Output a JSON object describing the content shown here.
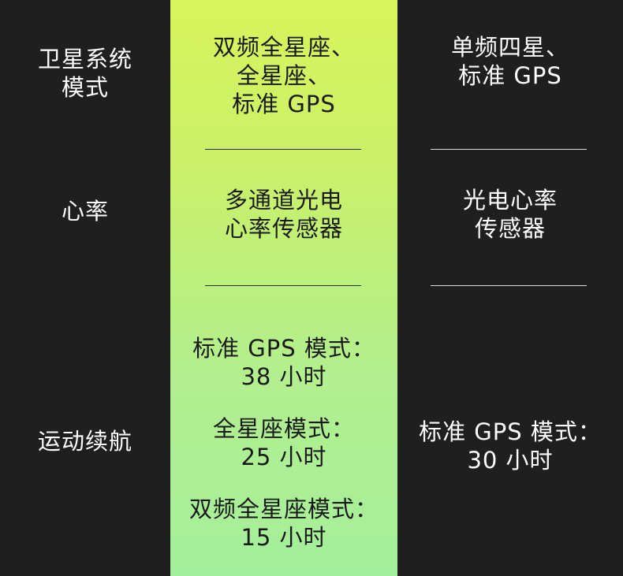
{
  "rows": [
    {
      "label_lines": [
        "卫星系统",
        "模式"
      ],
      "mid_lines": [
        "双频全星座、",
        "全星座、",
        "标准 GPS"
      ],
      "right_lines": [
        "单频四星、",
        "标准 GPS"
      ]
    },
    {
      "label_lines": [
        "心率"
      ],
      "mid_lines": [
        "多通道光电",
        "心率传感器"
      ],
      "right_lines": [
        "光电心率",
        "传感器"
      ]
    },
    {
      "label_lines": [
        "运动续航"
      ],
      "mid_blocks": [
        [
          "标准 GPS 模式：",
          "38 小时"
        ],
        [
          "全星座模式：",
          "25 小时"
        ],
        [
          "双频全星座模式：",
          "15 小时"
        ]
      ],
      "right_lines": [
        "标准 GPS 模式：",
        "30 小时"
      ]
    }
  ],
  "colors": {
    "background": "#1f1f1f",
    "highlight_top": "#d9f45a",
    "highlight_bottom": "#a4ef9c"
  }
}
